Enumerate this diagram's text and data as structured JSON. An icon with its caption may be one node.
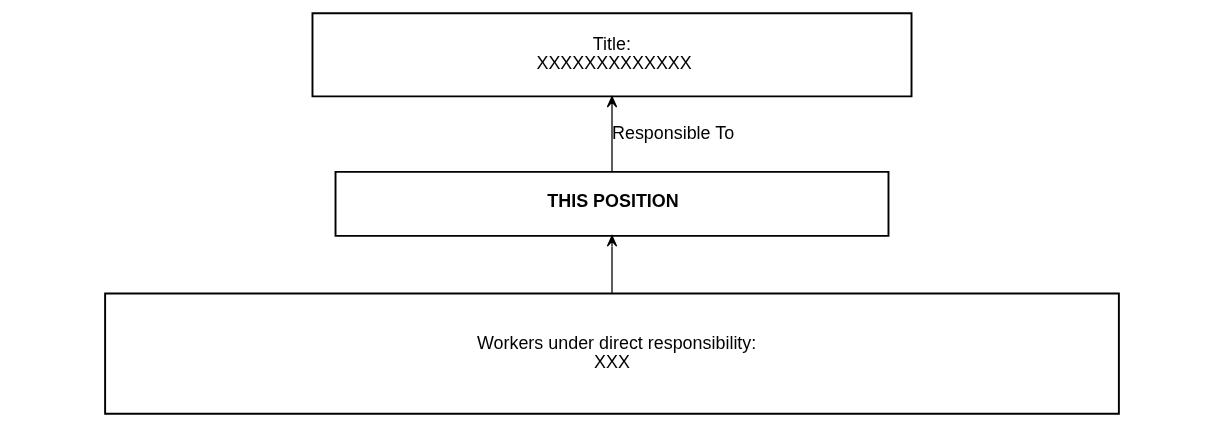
{
  "diagram": {
    "nodes": [
      {
        "text": [
          "Title:",
          "XXXXXXXXXXXXX"
        ]
      },
      {
        "text": [
          "THIS POSITION"
        ]
      },
      {
        "text": [
          "Workers under direct responsibility:",
          "XXX"
        ]
      }
    ],
    "edges": [
      {
        "from": 1,
        "to": 0,
        "arrow": "to",
        "label": "Responsible To"
      },
      {
        "from": 2,
        "to": 1,
        "arrow": "to"
      }
    ]
  }
}
